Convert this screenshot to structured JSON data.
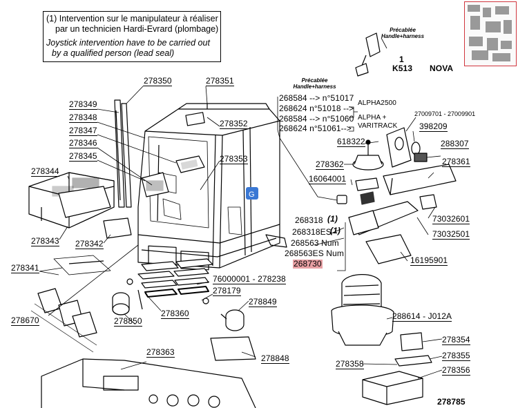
{
  "note": {
    "line1": "(1) Intervention sur le manipulateur à réaliser",
    "line2": "par un technicien Hardi-Evrard (plombage)",
    "line3": "Joystick intervention have to be carried out",
    "line4": "by a qualified person (lead seal)"
  },
  "header": {
    "precable_fr": "Précablée",
    "precable_en": "Handle+harness",
    "item_no": "1",
    "model": "K513",
    "model_name": "NOVA"
  },
  "harness": {
    "precable_fr": "Précablée",
    "precable_en": "Handle+harness",
    "row1": "268584 --> n°51017",
    "row2": "268624 n°51018 -->",
    "group1": "ALPHA2500",
    "row3": "268584 --> n°51060",
    "row4": "268624 n°51061-->",
    "group2a": "ALPHA +",
    "group2b": "VARITRACK"
  },
  "joystick_list": {
    "r1": "268318",
    "r1n": "(1)",
    "r2": "268318ES",
    "r2n": "(1)",
    "r3": "268563 Num",
    "r4": "268563ES Num",
    "r5": "268730"
  },
  "parts": {
    "p278350": "278350",
    "p278351": "278351",
    "p278349": "278349",
    "p278348": "278348",
    "p278352": "278352",
    "p278347": "278347",
    "p278346": "278346",
    "p278345": "278345",
    "p278353": "278353",
    "p278344": "278344",
    "p278343": "278343",
    "p278342": "278342",
    "p278341": "278341",
    "p76000001": "76000001 - 278238",
    "p278179": "278179",
    "p278849": "278849",
    "p278670": "278670",
    "p278850": "278850",
    "p278360": "278360",
    "p278363": "278363",
    "p278848": "278848",
    "p27009701": "27009701 - 27009901",
    "p398209": "398209",
    "p618322": "618322",
    "p288307": "288307",
    "p278362": "278362",
    "p278361": "278361",
    "p16064001": "16064001",
    "p73032601": "73032601",
    "p73032501": "73032501",
    "p16195901": "16195901",
    "p288614": "288614 - J012A",
    "p278354": "278354",
    "p278355": "278355",
    "p278358": "278358",
    "p278356": "278356",
    "p278785": "278785"
  },
  "colors": {
    "highlight": "#e8a0a4",
    "thumb_border": "#d0343c",
    "ink": "#000000",
    "cursor_blue": "#3a78d4"
  }
}
